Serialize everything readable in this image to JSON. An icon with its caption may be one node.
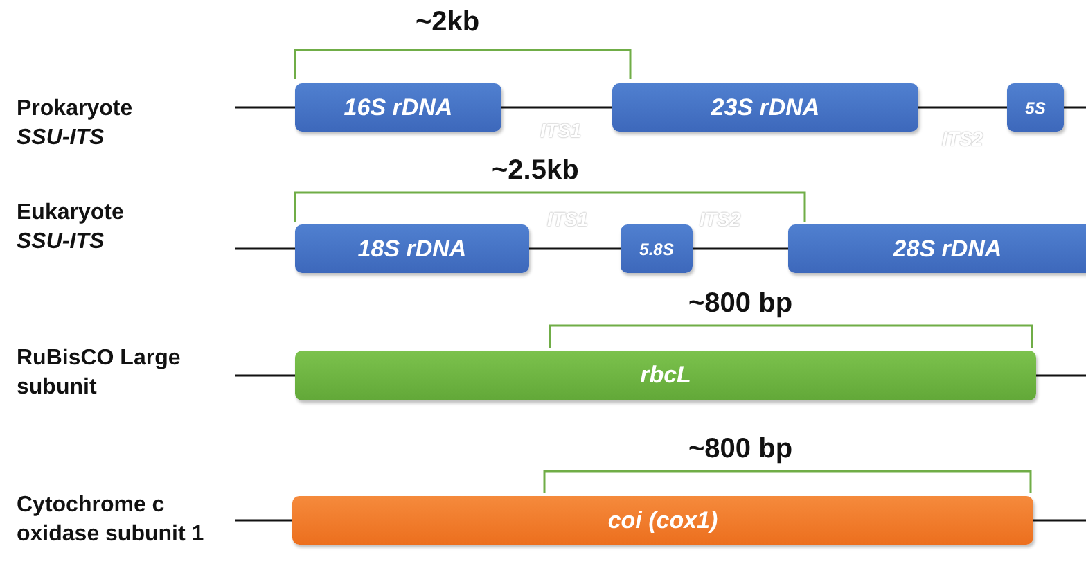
{
  "diagram": {
    "nodes": [
      {
        "text": [
          "16S rDNA"
        ]
      },
      {
        "text": [
          "23S rDNA"
        ]
      },
      {
        "text": [
          "5S"
        ]
      },
      {
        "text": [
          "18S rDNA"
        ]
      },
      {
        "text": [
          "5.8S"
        ]
      },
      {
        "text": [
          "28S rDNA"
        ]
      },
      {
        "text": [
          "rbcL"
        ]
      },
      {
        "text": [
          "coi (cox1)"
        ]
      }
    ],
    "edges": [
      {
        "from": null,
        "to": 0,
        "arrow": "none"
      },
      {
        "from": 0,
        "to": 1,
        "arrow": "none"
      },
      {
        "from": 1,
        "to": 2,
        "arrow": "none"
      },
      {
        "from": 2,
        "to": null,
        "arrow": "none"
      },
      {
        "from": null,
        "to": 3,
        "arrow": "none"
      },
      {
        "from": 3,
        "to": 4,
        "arrow": "none"
      },
      {
        "from": 4,
        "to": 5,
        "arrow": "none"
      },
      {
        "from": null,
        "to": 6,
        "arrow": "none"
      },
      {
        "from": 6,
        "to": null,
        "arrow": "none"
      },
      {
        "from": null,
        "to": 7,
        "arrow": "none"
      },
      {
        "from": 7,
        "to": null,
        "arrow": "none"
      }
    ],
    "labels": [
      "~2kb",
      "Prokaryote",
      "SSU-ITS",
      "ITS1",
      "ITS2",
      "~2.5kb",
      "Eukaryote",
      "SSU-ITS",
      "ITS1",
      "ITS2",
      "~800 bp",
      "RuBisCO Large subunit",
      "~800 bp",
      "Cytochrome c oxidase subunit 1"
    ]
  }
}
